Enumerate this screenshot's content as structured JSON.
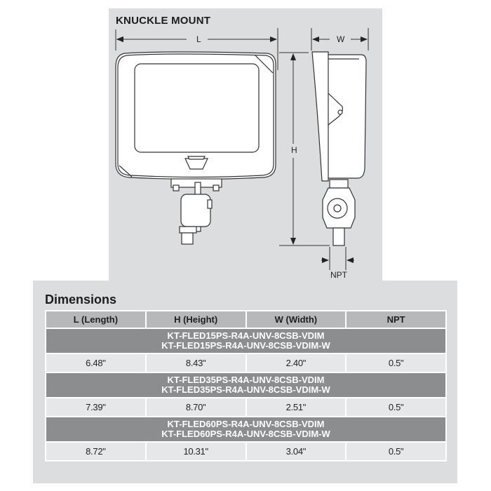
{
  "diagram": {
    "title": "KNUCKLE MOUNT",
    "dimension_labels": {
      "length": "L",
      "height": "H",
      "width": "W",
      "npt": "NPT"
    }
  },
  "dimensions": {
    "heading": "Dimensions",
    "columns": [
      "L (Length)",
      "H (Height)",
      "W (Width)",
      "NPT"
    ],
    "groups": [
      {
        "models": [
          "KT-FLED15PS-R4A-UNV-8CSB-VDIM",
          "KT-FLED15PS-R4A-UNV-8CSB-VDIM-W"
        ],
        "values": [
          "6.48\"",
          "8.43\"",
          "2.40\"",
          "0.5\""
        ]
      },
      {
        "models": [
          "KT-FLED35PS-R4A-UNV-8CSB-VDIM",
          "KT-FLED35PS-R4A-UNV-8CSB-VDIM-W"
        ],
        "values": [
          "7.39\"",
          "8.70\"",
          "2.51\"",
          "0.5\""
        ]
      },
      {
        "models": [
          "KT-FLED60PS-R4A-UNV-8CSB-VDIM",
          "KT-FLED60PS-R4A-UNV-8CSB-VDIM-W"
        ],
        "values": [
          "8.72\"",
          "10.31\"",
          "3.04\"",
          "0.5\""
        ]
      }
    ]
  },
  "colors": {
    "panel_bg": "#dcdddf",
    "header_bg": "#b7b8ba",
    "model_bg": "#8c8d8f",
    "value_bg": "#e6e7e8"
  }
}
